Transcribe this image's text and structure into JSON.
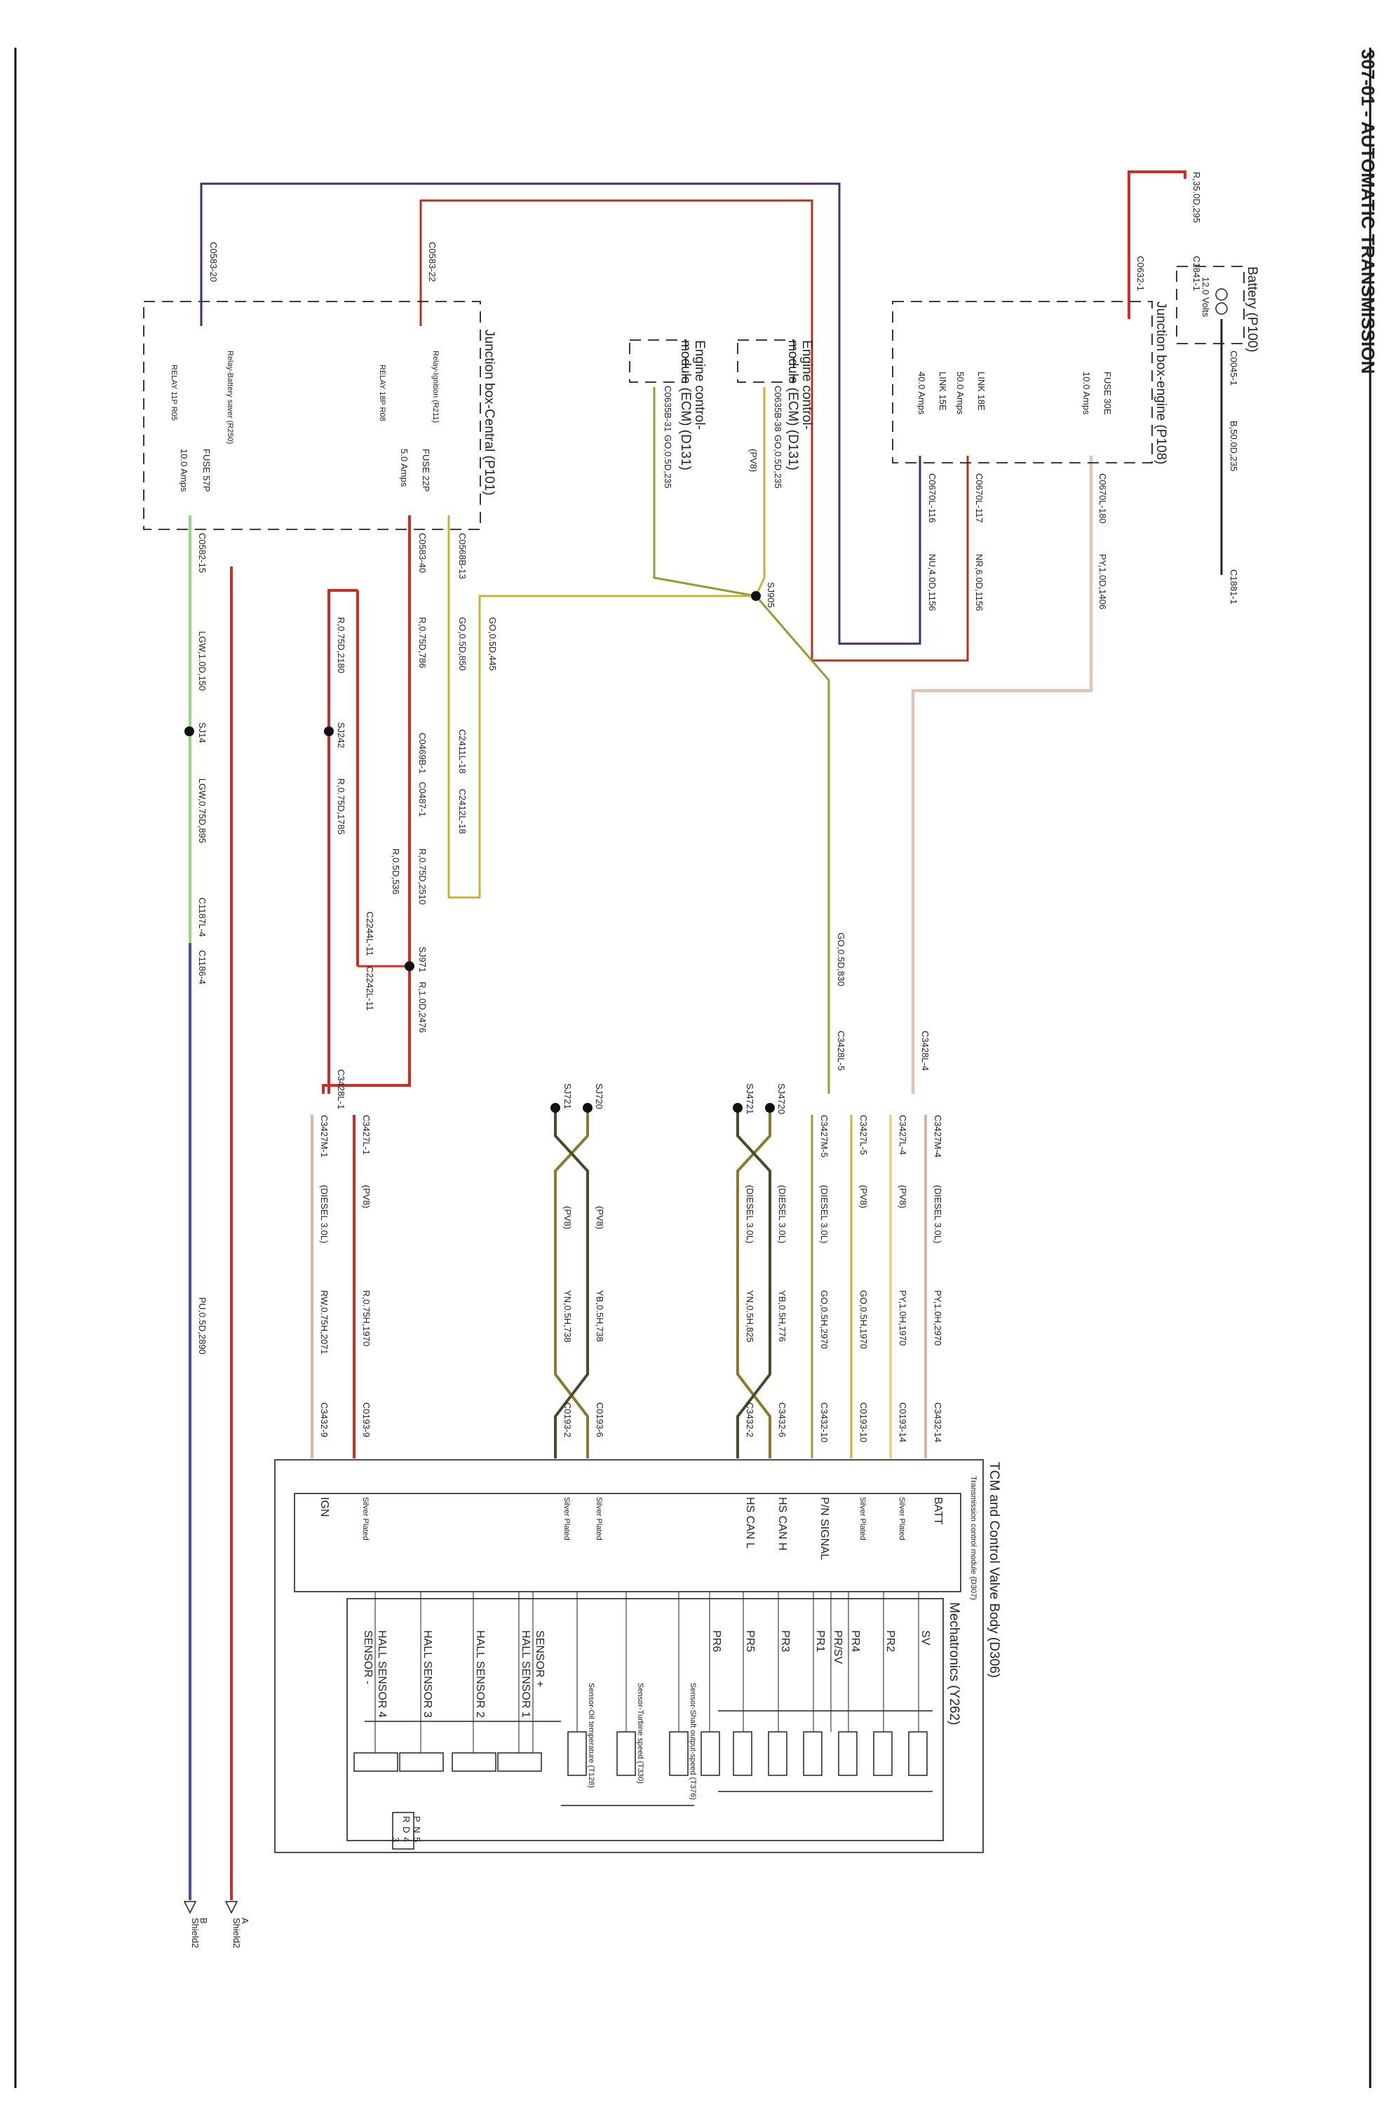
{
  "header": {
    "title": "307-01 - AUTOMATIC TRANSMISSION"
  },
  "colors": {
    "red": "#d42a24",
    "dark_red": "#b5301f",
    "purple": "#4b2a6e",
    "olive": "#8da12e",
    "yellow_olive": "#c7b33a",
    "pink": "#d9b6a6",
    "yellow": "#e4d87a",
    "green": "#8fdc82",
    "blue": "#4a4fae",
    "black": "#222222"
  },
  "labels": {
    "battery_title": "Battery (P100)",
    "battery_volts": "12.0 Volts",
    "r35": "R,35.0D,295",
    "c1841": "C1841-1",
    "c0045": "C0045-1",
    "b50": "B,50.0D,235",
    "c1881": "C1881-1",
    "jbe_title": "Junction box-engine (P108)",
    "c0632": "C0632-1",
    "fuse30e": "FUSE 30E",
    "fuse30e_amps": "10.0 Amps",
    "link18e": "LINK 18E",
    "link18e_amps": "50.0 Amps",
    "link15e": "LINK 15E",
    "link15e_amps": "40.0 Amps",
    "c0670lb_180": "C0670L-180",
    "c0670lb_117": "C0670L-117",
    "c0670lb_116": "C0670L-116",
    "py1_1406": "PY,1.0D,1406",
    "nr6_1156": "NR,6.0D,1156",
    "nu4_1156": "NU,4.0D,1156",
    "ecm_title_1": "Engine control-",
    "ecm_title_2": "module (ECM) (D131)",
    "c0635b_38": "C0635B-38",
    "c0635b_31": "C0635B-31",
    "silver_plated": "Silver Plated",
    "pv8": "(PV8)",
    "go05_235": "GO,0.5D,235",
    "sj905": "SJ905",
    "jbc_title": "Junction box-Central (P101)",
    "c0583_20": "C0583-20",
    "c0583_22": "C0583-22",
    "relay_battery": "Relay-Battery saver (R250)",
    "relay_battery_id": "RELAY 11P R05",
    "relay_ign": "Relay-Ignition (R211)",
    "relay_ign_id": "RELAY 18P R08",
    "fuse57p": "FUSE 57P",
    "fuse57p_amps": "10.0 Amps",
    "fuse22p": "FUSE 22P",
    "fuse22p_amps": "5.0 Amps",
    "c0582_15": "C0582-15",
    "c0583_40": "C0583-40",
    "c0568b_13": "C0568B-13",
    "lgw1_150": "LGW,1.0D,150",
    "r075_786": "R,0.75D,786",
    "go05_850": "GO,0.5D,850",
    "go05_445": "GO,0.5D,445",
    "r075_2180": "R,0.75D,2180",
    "sj14": "SJ14",
    "sj242": "SJ242",
    "c0469b_1": "C0469B-1",
    "c0487_1": "C0487-1",
    "c2411l_18": "C2411L-18",
    "c2412l_18": "C2412L-18",
    "lgw075_895": "LGW,0.75D,895",
    "r075_1785": "R,0.75D,1785",
    "r075_2510": "R,0.75D,2510",
    "r05_536": "R,0.5D,536",
    "c1187l_4": "C1187L-4",
    "c1186_4": "C1186-4",
    "c2244l_11": "C2244L-11",
    "c2242l_11": "C2242L-11",
    "sj971": "SJ971",
    "r1_2476": "R,1.0D,2476",
    "go05_830": "GO,0.5D,830",
    "c3428l_5": "C3428L-5",
    "c3428l_4": "C3428L-4",
    "c3428l_1": "C3428L-1",
    "pu05_2890": "PU,0.5D,2890",
    "sj720": "SJ720",
    "sj721": "SJ721",
    "sj4720": "SJ4720",
    "sj4721": "SJ4721",
    "c3427m_4": "C3427M-4",
    "c3427l_4": "C3427L-4",
    "c3427l_5": "C3427L-5",
    "c3427m_5": "C3427M-5",
    "c3427l_1": "C3427L-1",
    "c3427m_1": "C3427M-1",
    "diesel": "(DIESEL 3.0L)",
    "py1_2970": "PY,1.0H,2970",
    "py1_1970": "PY,1.0H,1970",
    "go05_1970": "GO,0.5H,1970",
    "go05_2970": "GO,0.5H,2970",
    "yb05_776": "YB,0.5H,776",
    "yn05_825": "YN,0.5H,825",
    "yb05_738": "YB,0.5H,738",
    "yn05_738": "YN,0.5H,738",
    "r075_1970": "R,0.75H,1970",
    "rw075_2071": "RW,0.75H,2071",
    "c3432_14": "C3432-14",
    "c0193_14": "C0193-14",
    "c0193_10": "C0193-10",
    "c3432_10": "C3432-10",
    "c3432_6": "C3432-6",
    "c3432_2": "C3432-2",
    "c0193_6": "C0193-6",
    "c0193_2": "C0193-2",
    "c0193_9": "C0193-9",
    "c3432_9": "C3432-9",
    "tcm_title": "TCM and Control Valve Body (D306)",
    "tcm_sub": "Transmission control module (D307)",
    "batt": "BATT",
    "pn_signal": "P/N SIGNAL",
    "hs_can_h": "HS CAN H",
    "hs_can_l": "HS CAN L",
    "ign": "IGN",
    "mech_title": "Mechatronics (Y262)",
    "sv": "SV",
    "pr2": "PR2",
    "pr4": "PR4",
    "pr_sv": "PR/SV",
    "pr1": "PR1",
    "pr3": "PR3",
    "pr5": "PR5",
    "pr6": "PR6",
    "sensor_output": "Sensor-Shaft output-speed (T376)",
    "sensor_turbine": "Sensor-Turbine speed (T330)",
    "sensor_oil": "Sensor-Oil temperature (T128)",
    "sensor_plus": "SENSOR +",
    "hall1": "HALL SENSOR 1",
    "hall2": "HALL SENSOR 2",
    "hall3": "HALL SENSOR 3",
    "hall4": "HALL SENSOR 4",
    "sensor_minus": "SENSOR -",
    "gear_p": "P",
    "gear_r": "R",
    "gear_n": "N",
    "gear_d": "D",
    "gear_5": "5",
    "gear_4": "4",
    "gear_3": "3",
    "shield_a": "A",
    "shield_b": "B",
    "shield2": "Shield2"
  }
}
